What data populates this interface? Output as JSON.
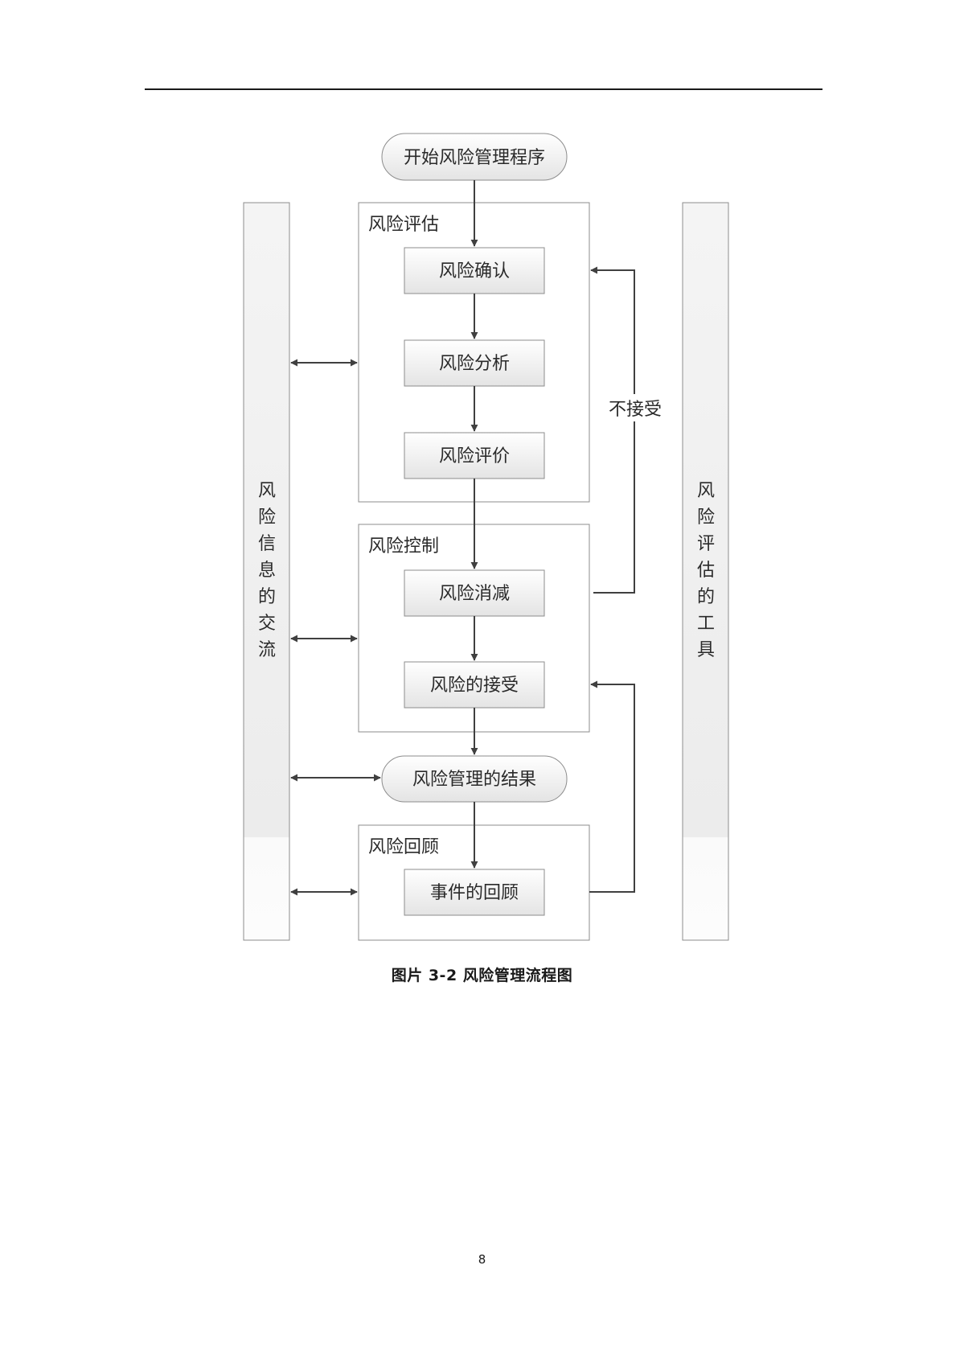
{
  "diagram": {
    "start": "开始风险管理程序",
    "groups": {
      "assessment": "风险评估",
      "control": "风险控制",
      "review": "风险回顾"
    },
    "steps": {
      "identify": "风险确认",
      "analyze": "风险分析",
      "evaluate": "风险评价",
      "reduce": "风险消减",
      "accept": "风险的接受",
      "event_review": "事件的回顾"
    },
    "result": "风险管理的结果",
    "not_accepted": "不接受",
    "left_bar": "风险信息的交流",
    "right_bar": "风险评估的工具"
  },
  "caption": "图片 3-2 风险管理流程图",
  "page_number": "8"
}
